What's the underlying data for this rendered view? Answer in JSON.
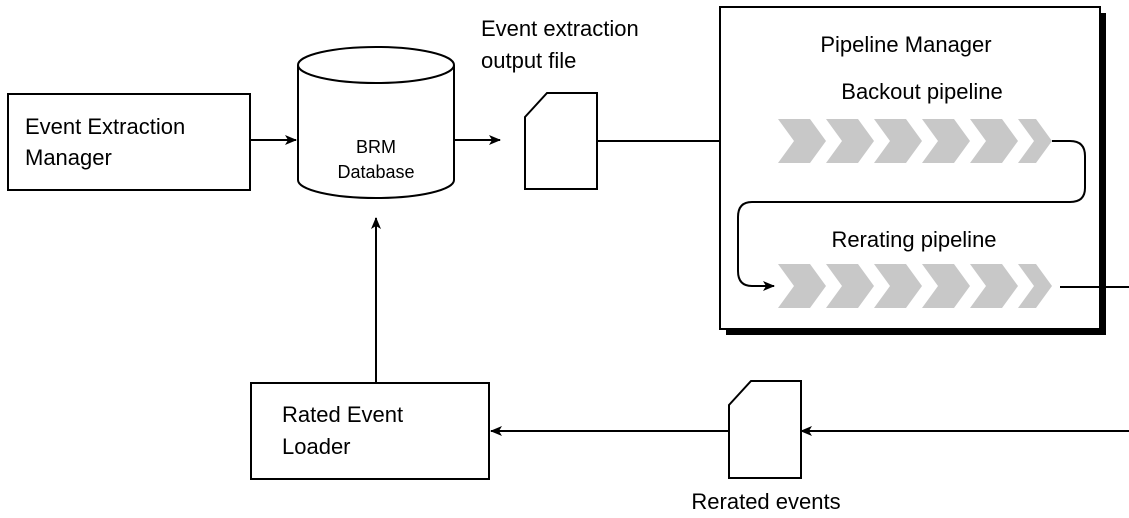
{
  "nodes": {
    "event_extraction_manager": [
      "Event Extraction",
      "Manager"
    ],
    "brm_database": [
      "BRM",
      "Database"
    ],
    "output_file_label": [
      "Event extraction",
      "output file"
    ],
    "pipeline_manager": {
      "title": "Pipeline Manager",
      "backout_label": "Backout pipeline",
      "rerating_label": "Rerating pipeline"
    },
    "rated_event_loader": [
      "Rated Event",
      "Loader"
    ],
    "rerated_events_label": "Rerated events"
  },
  "colors": {
    "stroke": "#000000",
    "background": "#ffffff",
    "pipeline_chevron": "#c8c8c8"
  },
  "icons": {
    "file": "file-document-icon",
    "database": "database-cylinder-icon",
    "pipeline": "chevron-pipeline-icon",
    "arrow": "arrow-head-icon"
  }
}
